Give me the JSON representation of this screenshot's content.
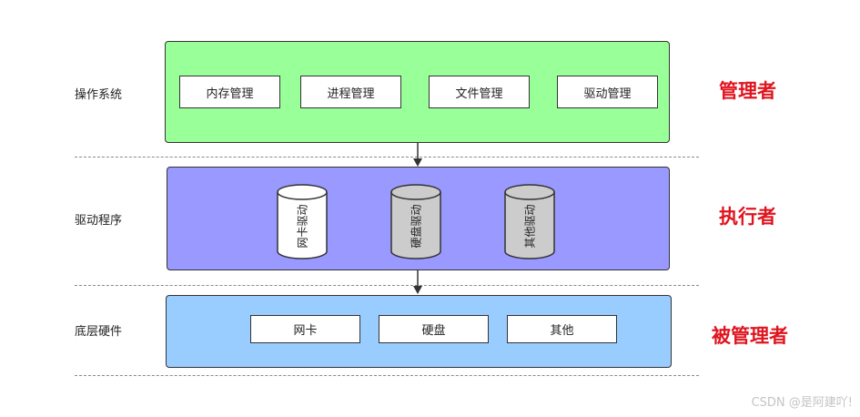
{
  "layers": {
    "os": {
      "label": "操作系统",
      "color": "#99ff99",
      "items": [
        "内存管理",
        "进程管理",
        "文件管理",
        "驱动管理"
      ],
      "role": "管理者"
    },
    "drivers": {
      "label": "驱动程序",
      "color": "#9999ff",
      "cylinders": [
        {
          "text": "网卡驱动",
          "fill": "#ffffff"
        },
        {
          "text": "硬盘驱动",
          "fill": "#cccccc"
        },
        {
          "text": "其他驱动",
          "fill": "#cccccc"
        }
      ],
      "role": "执行者"
    },
    "hardware": {
      "label": "底层硬件",
      "color": "#99ccff",
      "items": [
        "网卡",
        "硬盘",
        "其他"
      ],
      "role": "被管理者"
    }
  },
  "colors": {
    "role_text": "#e0141e",
    "border": "#333333"
  },
  "watermark": "CSDN @是阿建吖!"
}
